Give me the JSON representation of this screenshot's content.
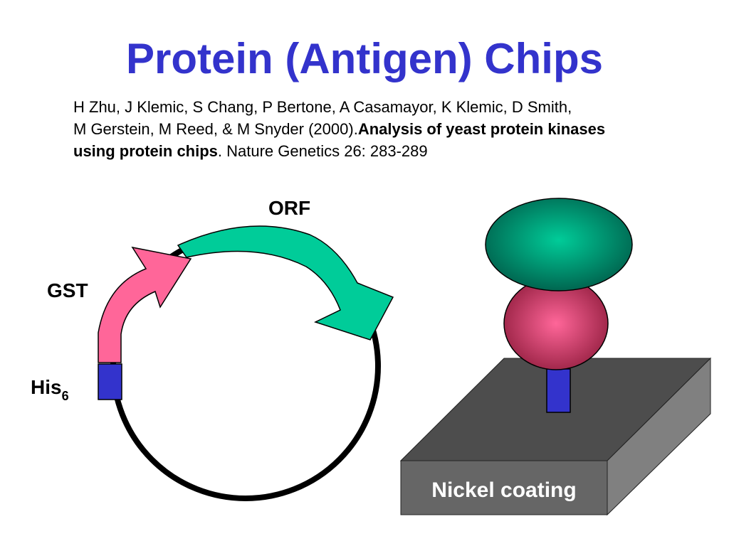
{
  "slide": {
    "title": "Protein (Antigen) Chips",
    "title_color": "#3333cc"
  },
  "citation": {
    "authors_line1": "H Zhu, J Klemic, S Chang, P Bertone, A Casamayor, K Klemic, D Smith,",
    "authors_line2": "M Gerstein, M Reed, & M Snyder (2000).",
    "article_title_part1": "Analysis of yeast protein kinases",
    "article_title_part2": "using protein chips",
    "journal": ". Nature Genetics 26: 283-289"
  },
  "diagram": {
    "labels": {
      "orf": "ORF",
      "gst": "GST",
      "his_base": "His",
      "his_subscript": "6",
      "surface": "Nickel coating"
    },
    "colors": {
      "gst_arrow": "#ff6699",
      "orf_arrow": "#00cc99",
      "his_tag": "#3333cc",
      "protein_top": "#00cc99",
      "protein_bottom": "#ff6699",
      "chip_top": "#4d4d4d",
      "chip_front": "#666666",
      "chip_side": "#808080"
    }
  }
}
